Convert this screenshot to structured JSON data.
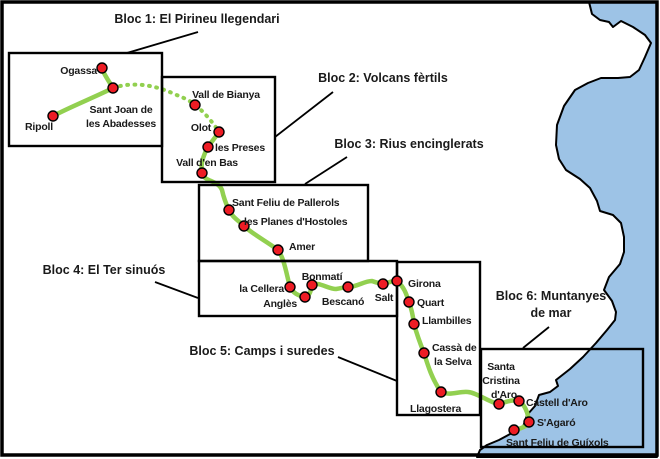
{
  "colors": {
    "sea": "#9DC3E6",
    "land": "#FFFFFF",
    "route": "#92D050",
    "marker": "#ED1C24",
    "line": "#000000"
  },
  "blocks": {
    "b1": "Bloc 1: El Pirineu llegendari",
    "b2": "Bloc 2: Volcans fèrtils",
    "b3": "Bloc 3: Rius encinglerats",
    "b4": "Bloc 4: El Ter sinuós",
    "b5": "Bloc 5: Camps i suredes",
    "b6_line1": "Bloc 6: Muntanyes",
    "b6_line2": "de mar"
  },
  "places": {
    "ogassa": "Ogassa",
    "sant_joan_line1": "Sant Joan de",
    "sant_joan_line2": "les Abadesses",
    "ripoll": "Ripoll",
    "vall_de_bianya": "Vall de Bianya",
    "olot": "Olot",
    "les_preses": "les Preses",
    "vall_den_bas": "Vall d'en Bas",
    "sant_feliu_de_pallerols": "Sant Feliu de Pallerols",
    "les_planes_dhostoles": "les Planes d'Hostoles",
    "amer": "Amer",
    "bonmati": "Bonmatí",
    "la_cellera": "la Cellera",
    "angles": "Anglès",
    "bescano": "Bescanó",
    "salt": "Salt",
    "girona": "Girona",
    "quart": "Quart",
    "llambilles": "Llambilles",
    "cassa_line1": "Cassà de",
    "cassa_line2": "la Selva",
    "llagostera": "Llagostera",
    "santa_cristina_line1": "Santa",
    "santa_cristina_line2": "Cristina",
    "santa_cristina_line3": "d'Aro",
    "castell_daro": "Castell d'Aro",
    "sagaro": "S'Agaró",
    "sant_feliu_de_guixols": "Sant Feliu de Guíxols"
  }
}
